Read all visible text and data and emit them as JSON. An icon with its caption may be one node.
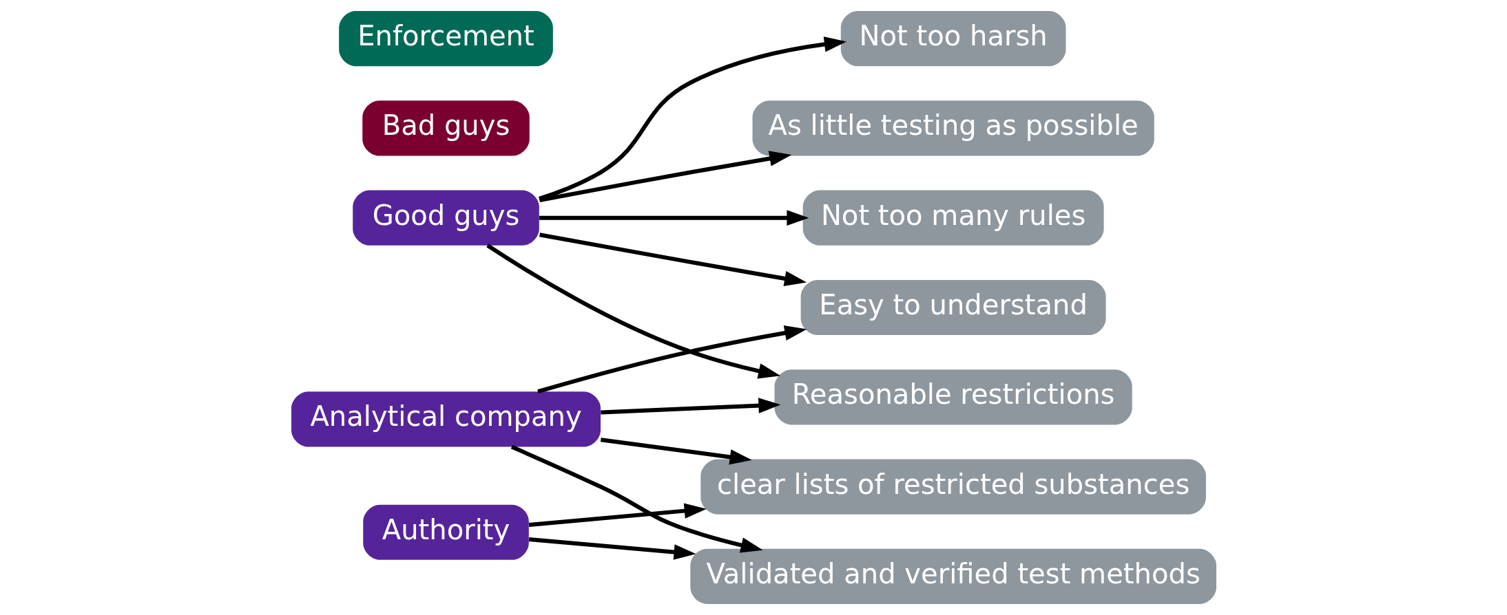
{
  "diagram": {
    "nodes": [
      {
        "text": [
          "Good guys"
        ]
      },
      {
        "text": [
          "Not too harsh"
        ]
      },
      {
        "text": [
          "Bad guys"
        ]
      },
      {
        "text": [
          "As little testing as possible"
        ]
      },
      {
        "text": [
          "Not too many rules"
        ]
      },
      {
        "text": [
          "Enforcement"
        ]
      },
      {
        "text": [
          "Reasonable restrictions"
        ]
      },
      {
        "text": [
          "Easy to understand"
        ]
      },
      {
        "text": [
          "Validated and verified test methods"
        ]
      },
      {
        "text": [
          "Analytical company"
        ]
      },
      {
        "text": [
          "clear lists of restricted substances"
        ]
      },
      {
        "text": [
          "Authority"
        ]
      }
    ],
    "edges": [
      {
        "from": 0,
        "to": 1,
        "arrow": "to"
      },
      {
        "from": 0,
        "to": 3,
        "arrow": "to"
      },
      {
        "from": 0,
        "to": 4,
        "arrow": "to"
      },
      {
        "from": 0,
        "to": 6,
        "arrow": "to"
      },
      {
        "from": 0,
        "to": 7,
        "arrow": "to"
      },
      {
        "from": 9,
        "to": 7,
        "arrow": "to"
      },
      {
        "from": 9,
        "to": 6,
        "arrow": "to"
      },
      {
        "from": 9,
        "to": 8,
        "arrow": "to"
      },
      {
        "from": 9,
        "to": 10,
        "arrow": "to"
      },
      {
        "from": 11,
        "to": 8,
        "arrow": "to"
      },
      {
        "from": 11,
        "to": 10,
        "arrow": "to"
      }
    ]
  }
}
